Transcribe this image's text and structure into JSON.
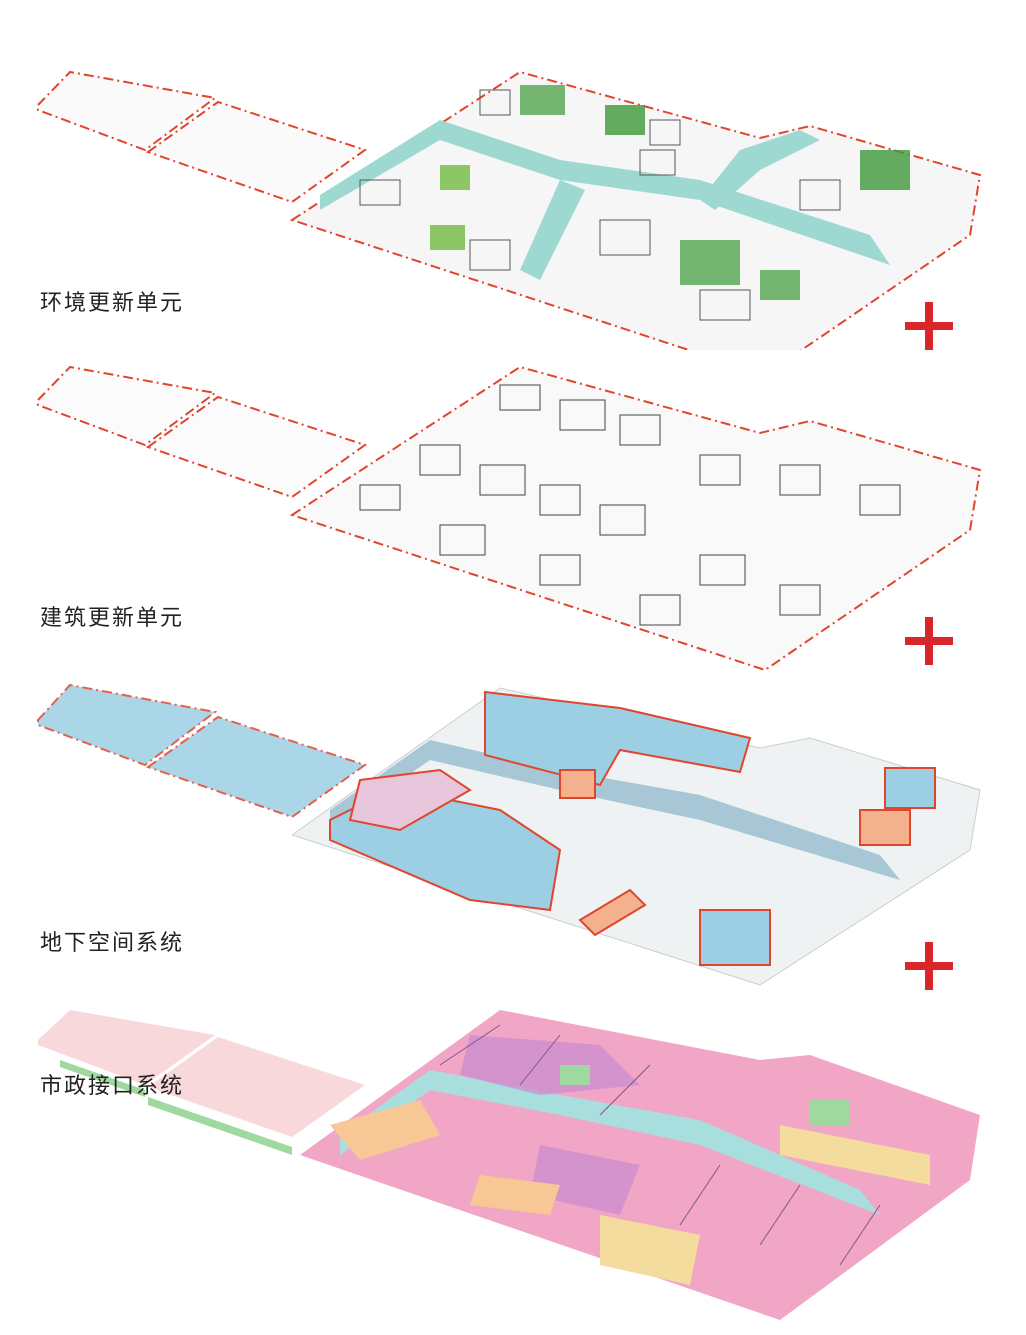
{
  "layers": [
    {
      "id": "environment",
      "label": "环境更新单元"
    },
    {
      "id": "building",
      "label": "建筑更新单元"
    },
    {
      "id": "underground",
      "label": "地下空间系统"
    },
    {
      "id": "municipal",
      "label": "市政接口系统"
    }
  ],
  "colors": {
    "boundary": "#e0452e",
    "plus": "#d9262b",
    "water": "#9ed9d1",
    "green": "#3f9a3a",
    "light_green": "#8cc665",
    "block_outline": "#555555",
    "underground_blue": "#9ccfe3",
    "underground_pink": "#e8c7dc",
    "underground_peach": "#f3b28d",
    "municipal_pink": "#f2a6c6",
    "municipal_magenta": "#c98bd2",
    "municipal_orange": "#f8c796",
    "municipal_yellow": "#f3dc9e",
    "municipal_green": "#9fd9a0",
    "municipal_cyan": "#a9dede",
    "strip_pink": "#f9d8dc"
  },
  "icons": [
    "plus-icon"
  ]
}
